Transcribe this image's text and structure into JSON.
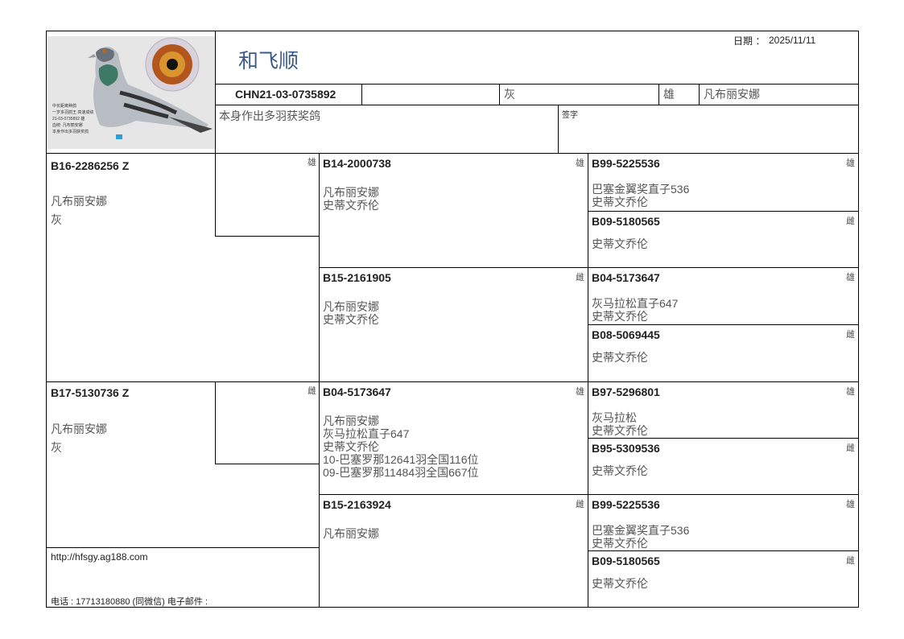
{
  "header": {
    "name": "和飞顺",
    "date_label": "日期 ：",
    "date": "2025/11/11",
    "ring": "CHN21-03-0735892",
    "color": "灰",
    "sex": "雄",
    "strain": "凡布丽安娜",
    "remark": "本身作出多羽获奖鸽",
    "signature_label": "签字",
    "photo_caption": [
      "中长距离种鸽",
      "一岁多羽鸽王 高速成绩",
      "21-03-0735892 雄",
      "血统: 凡布丽安娜",
      "本身作出多羽获奖鸽"
    ]
  },
  "sire": {
    "ring": "B16-2286256 Z",
    "strain": "凡布丽安娜",
    "color": "灰",
    "sex": "雄"
  },
  "dam": {
    "ring": "B17-5130736 Z",
    "strain": "凡布丽安娜",
    "color": "灰",
    "sex": "雌"
  },
  "gen2": [
    {
      "ring": "B14-2000738",
      "sex": "雄",
      "lines": "凡布丽安娜\n史蒂文乔伦"
    },
    {
      "ring": "B15-2161905",
      "sex": "雌",
      "lines": "凡布丽安娜\n史蒂文乔伦"
    },
    {
      "ring": "B04-5173647",
      "sex": "雄",
      "lines": "凡布丽安娜\n灰马拉松直子647\n史蒂文乔伦\n10-巴塞罗那12641羽全国116位\n09-巴塞罗那11484羽全国667位"
    },
    {
      "ring": "B15-2163924",
      "sex": "雌",
      "lines": "凡布丽安娜"
    }
  ],
  "gen3": [
    {
      "ring": "B99-5225536",
      "sex": "雄",
      "lines": "巴塞金翼奖直子536\n史蒂文乔伦"
    },
    {
      "ring": "B09-5180565",
      "sex": "雌",
      "lines": "史蒂文乔伦"
    },
    {
      "ring": "B04-5173647",
      "sex": "雄",
      "lines": "灰马拉松直子647\n史蒂文乔伦"
    },
    {
      "ring": "B08-5069445",
      "sex": "雌",
      "lines": "史蒂文乔伦"
    },
    {
      "ring": "B97-5296801",
      "sex": "雄",
      "lines": "灰马拉松\n史蒂文乔伦"
    },
    {
      "ring": "B95-5309536",
      "sex": "雌",
      "lines": "史蒂文乔伦"
    },
    {
      "ring": "B99-5225536",
      "sex": "雄",
      "lines": "巴塞金翼奖直子536\n史蒂文乔伦"
    },
    {
      "ring": "B09-5180565",
      "sex": "雌",
      "lines": "史蒂文乔伦"
    }
  ],
  "footer": {
    "url": "http://hfsgy.ag188.com",
    "contact": "电话 : 17713180880 (同微信)  电子邮件 :"
  }
}
